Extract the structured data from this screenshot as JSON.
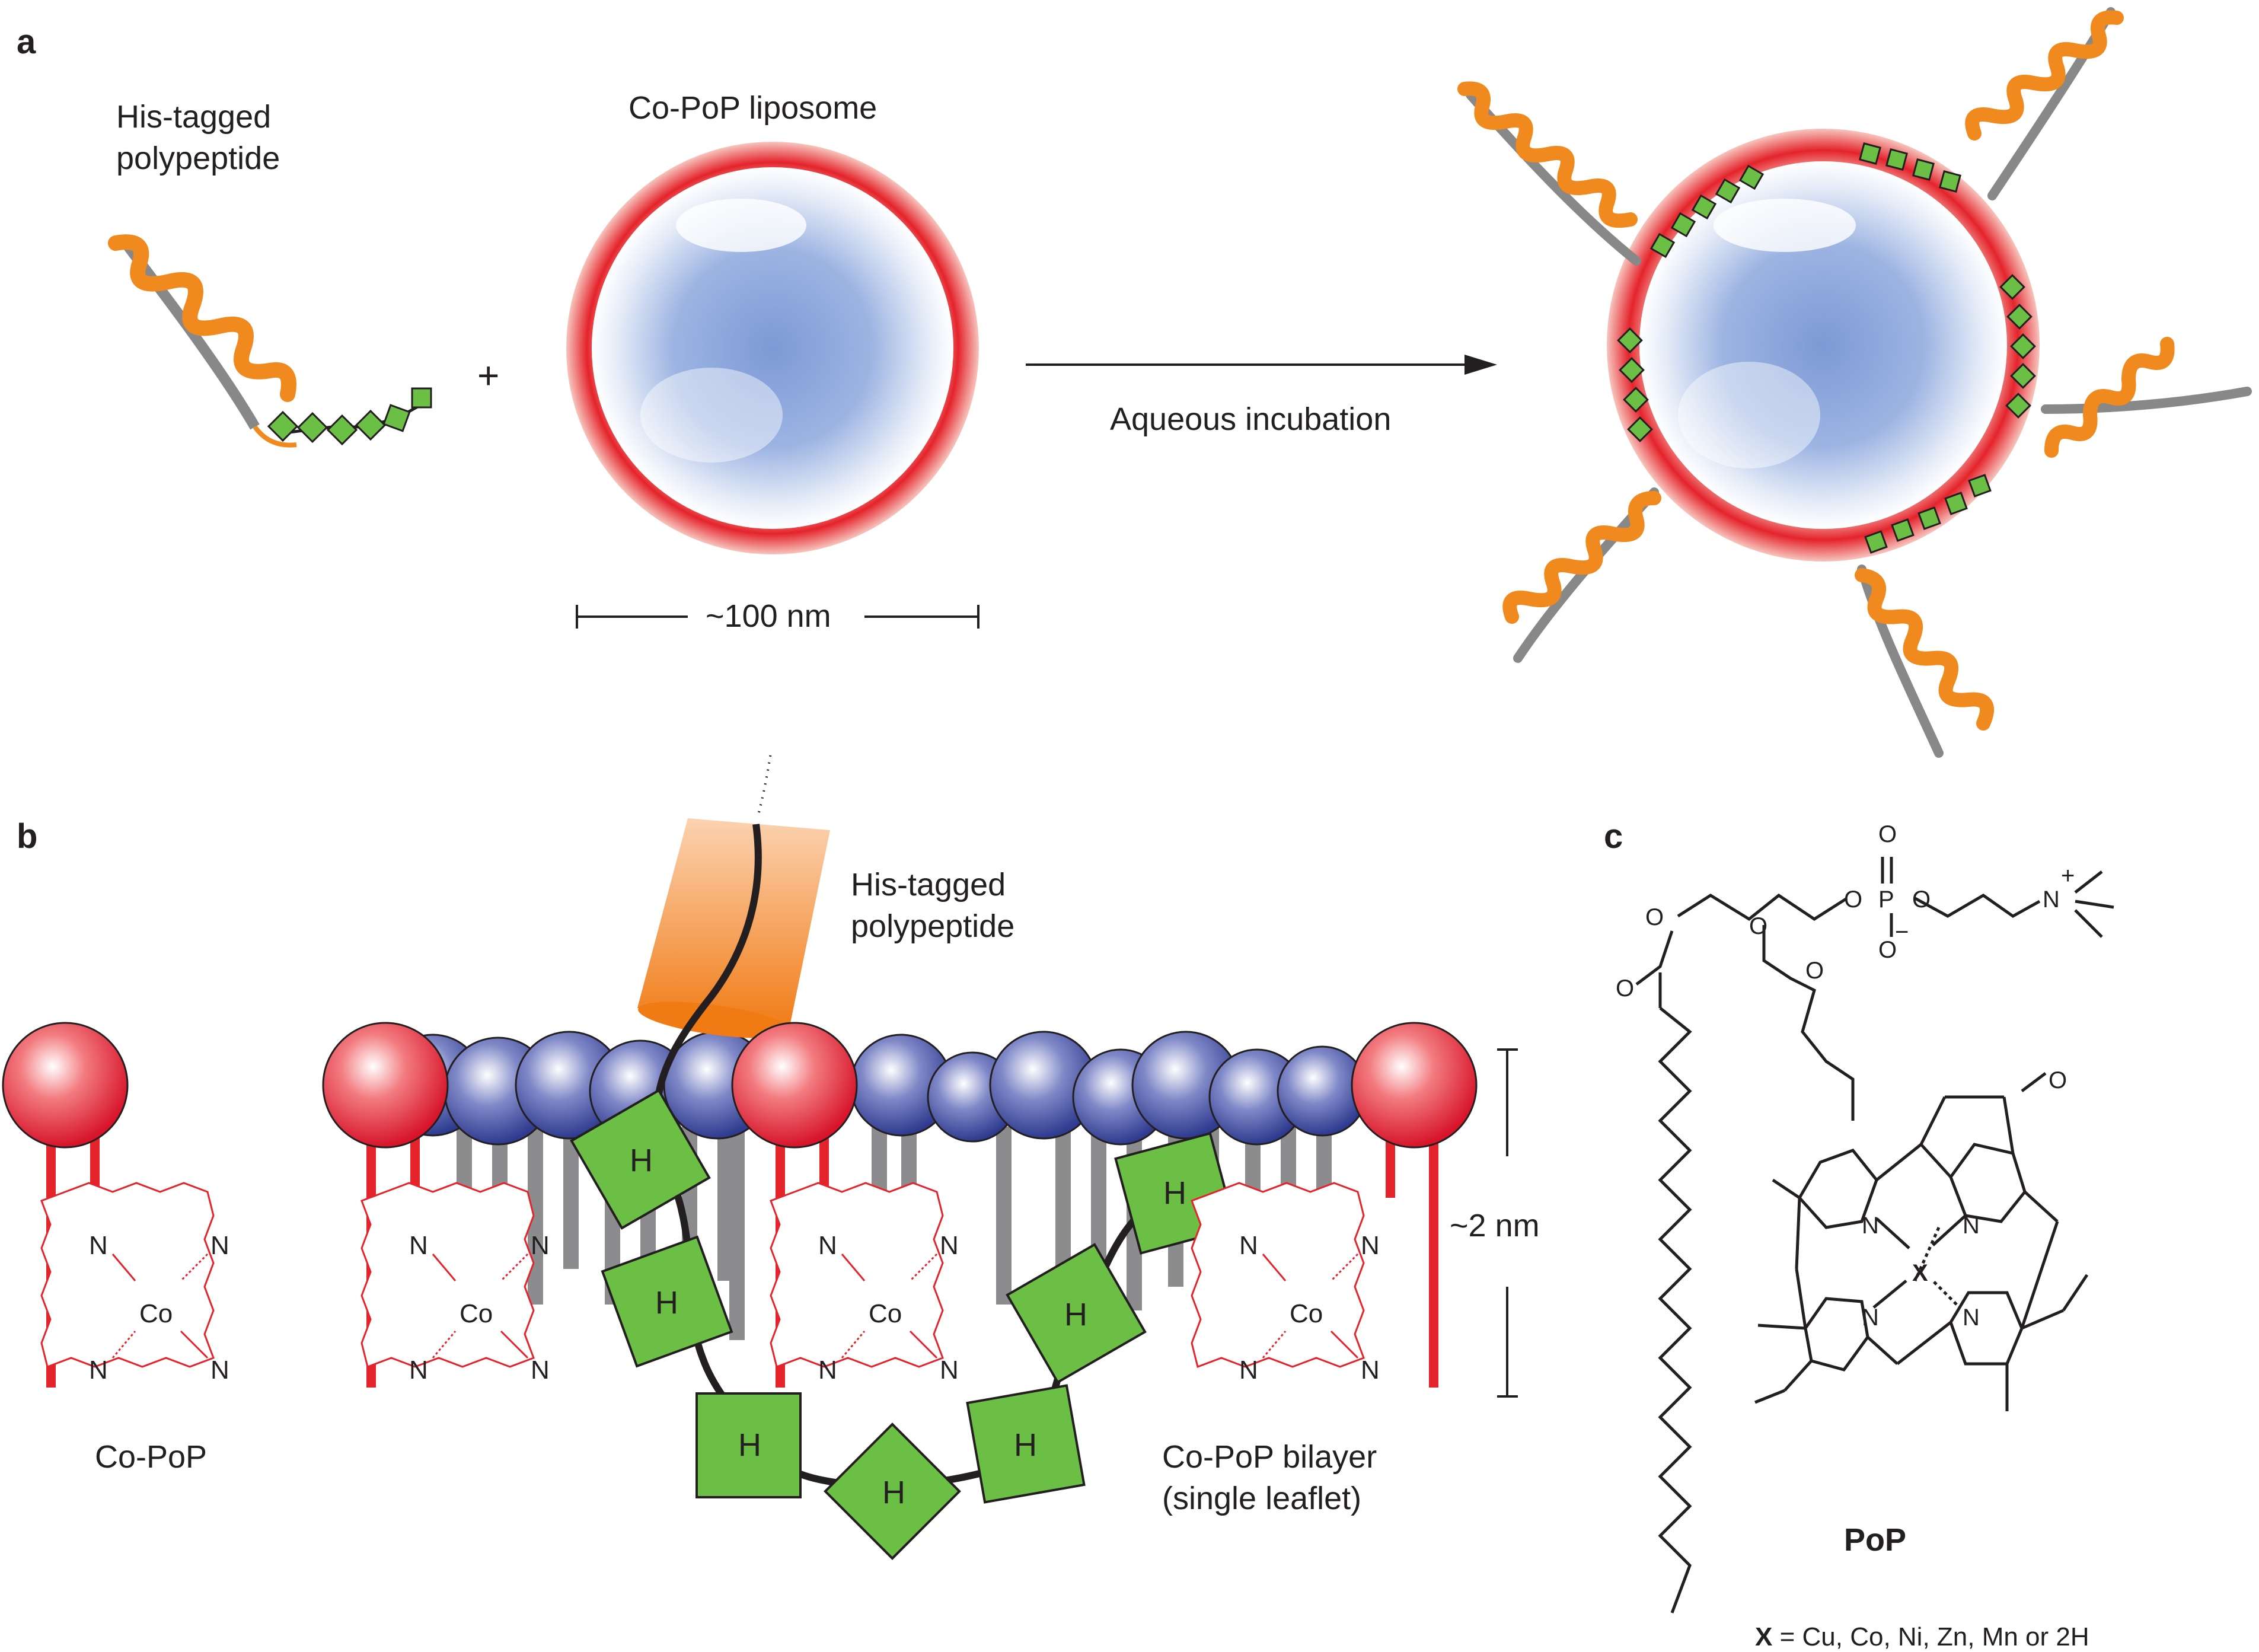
{
  "panels": {
    "a": "a",
    "b": "b",
    "c": "c"
  },
  "panel_a": {
    "peptide_label_line1": "His-tagged",
    "peptide_label_line2": "polypeptide",
    "plus": "+",
    "liposome_label": "Co-PoP liposome",
    "scale_label": "~100 nm",
    "arrow_label": "Aqueous incubation"
  },
  "panel_b": {
    "peptide_label_line1": "His-tagged",
    "peptide_label_line2": "polypeptide",
    "his_residue": "H",
    "nitrogen": "N",
    "cobalt": "Co",
    "copop_label": "Co-PoP",
    "bilayer_label_line1": "Co-PoP bilayer",
    "bilayer_label_line2": "(single leaflet)",
    "thickness_label": "~2 nm"
  },
  "panel_c": {
    "molecule_name": "PoP",
    "legend_prefix": "X",
    "legend_text": " = Cu, Co, Ni, Zn, Mn or 2H",
    "atoms": {
      "oxygen": "O",
      "phosphorus": "P",
      "nitrogen": "N",
      "metal": "X",
      "plus": "+",
      "minus": "−"
    }
  },
  "colors": {
    "orange": "#f08a1e",
    "green": "#6cbf45",
    "red": "#e4232b",
    "blue_headgroup": "#3b4aa0",
    "grey_tail": "#8c8c8e",
    "liposome_core": "#6f8fcf"
  }
}
